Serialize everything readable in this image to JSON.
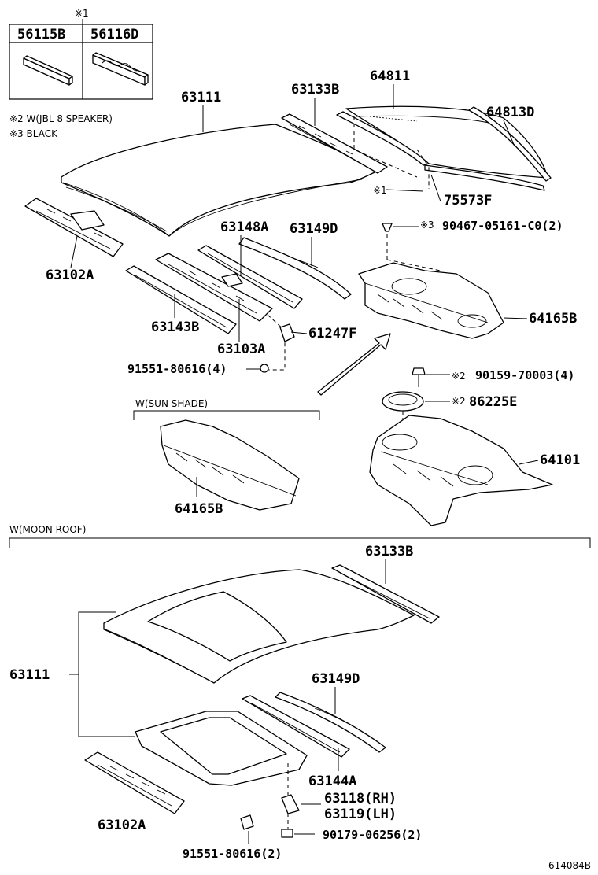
{
  "note1_mark": "※1",
  "table": {
    "col1": "56115B",
    "col2": "56116D"
  },
  "notes": {
    "n2": "※2 W(JBL 8 SPEAKER)",
    "n3": "※3 BLACK"
  },
  "top": {
    "p63111": "63111",
    "p63133B": "63133B",
    "p64811": "64811",
    "p64813D": "64813D",
    "mark1": "※1",
    "p75573F": "75573F",
    "p63102A": "63102A",
    "p63148A": "63148A",
    "p63149D": "63149D",
    "mark3": "※3",
    "p90467": "90467-05161-C0(2)",
    "p64165B": "64165B",
    "p63143B": "63143B",
    "p63103A": "63103A",
    "p61247F": "61247F",
    "p91551": "91551-80616(4)",
    "mark2a": "※2",
    "p90159": "90159-70003(4)",
    "mark2b": "※2",
    "p86225E": "86225E",
    "sunshade": "W(SUN SHADE)",
    "p64165B_2": "64165B",
    "p64101": "64101"
  },
  "moon": {
    "title": "W(MOON ROOF)",
    "p63133B": "63133B",
    "p63111": "63111",
    "p63149D": "63149D",
    "p63144A": "63144A",
    "p63118": "63118(RH)",
    "p63119": "63119(LH)",
    "p63102A": "63102A",
    "p90179": "90179-06256(2)",
    "p91551": "91551-80616(2)"
  },
  "footer": {
    "code": "614084B"
  }
}
